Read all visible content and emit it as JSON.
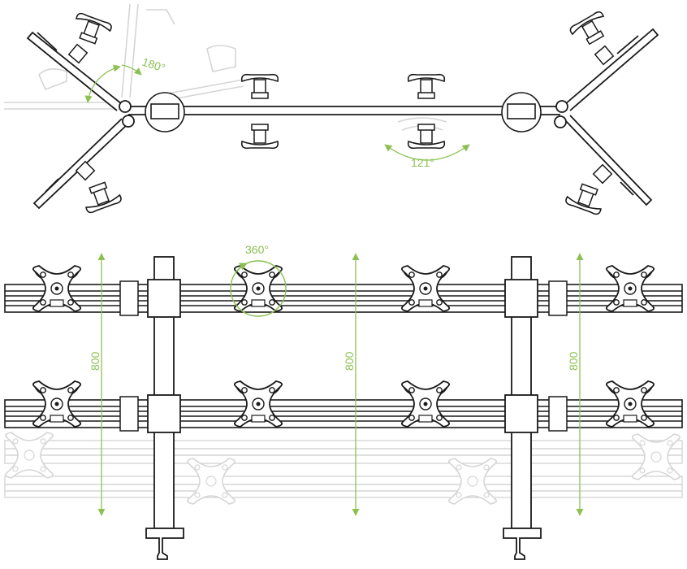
{
  "colors": {
    "line": "#1a1a1a",
    "ghost": "#d4d6d4",
    "accent": "#8cc152",
    "fill": "#ffffff"
  },
  "top_view": {
    "angle_left": "180°",
    "angle_center": "121°"
  },
  "front_view": {
    "rotation_label": "360°",
    "height_left": "800",
    "height_center": "800",
    "height_right": "800"
  }
}
